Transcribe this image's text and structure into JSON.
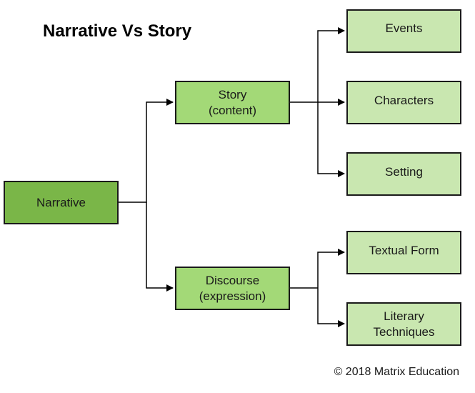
{
  "title": "Narrative Vs Story",
  "footer": "© 2018 Matrix Education",
  "colors": {
    "root_fill": "#7ab648",
    "level1_fill": "#a3d977",
    "level2_fill": "#c9e7b0",
    "border": "#1a1a1a",
    "connector": "#000000"
  },
  "nodes": {
    "narrative": {
      "lines": [
        "Narrative"
      ]
    },
    "story": {
      "lines": [
        "Story",
        "(content)"
      ]
    },
    "discourse": {
      "lines": [
        "Discourse",
        "(expression)"
      ]
    },
    "events": {
      "lines": [
        "Events"
      ]
    },
    "characters": {
      "lines": [
        "Characters"
      ]
    },
    "setting": {
      "lines": [
        "Setting"
      ]
    },
    "textual_form": {
      "lines": [
        "Textual Form"
      ]
    },
    "literary_techniques": {
      "lines": [
        "Literary",
        "Techniques"
      ]
    }
  }
}
